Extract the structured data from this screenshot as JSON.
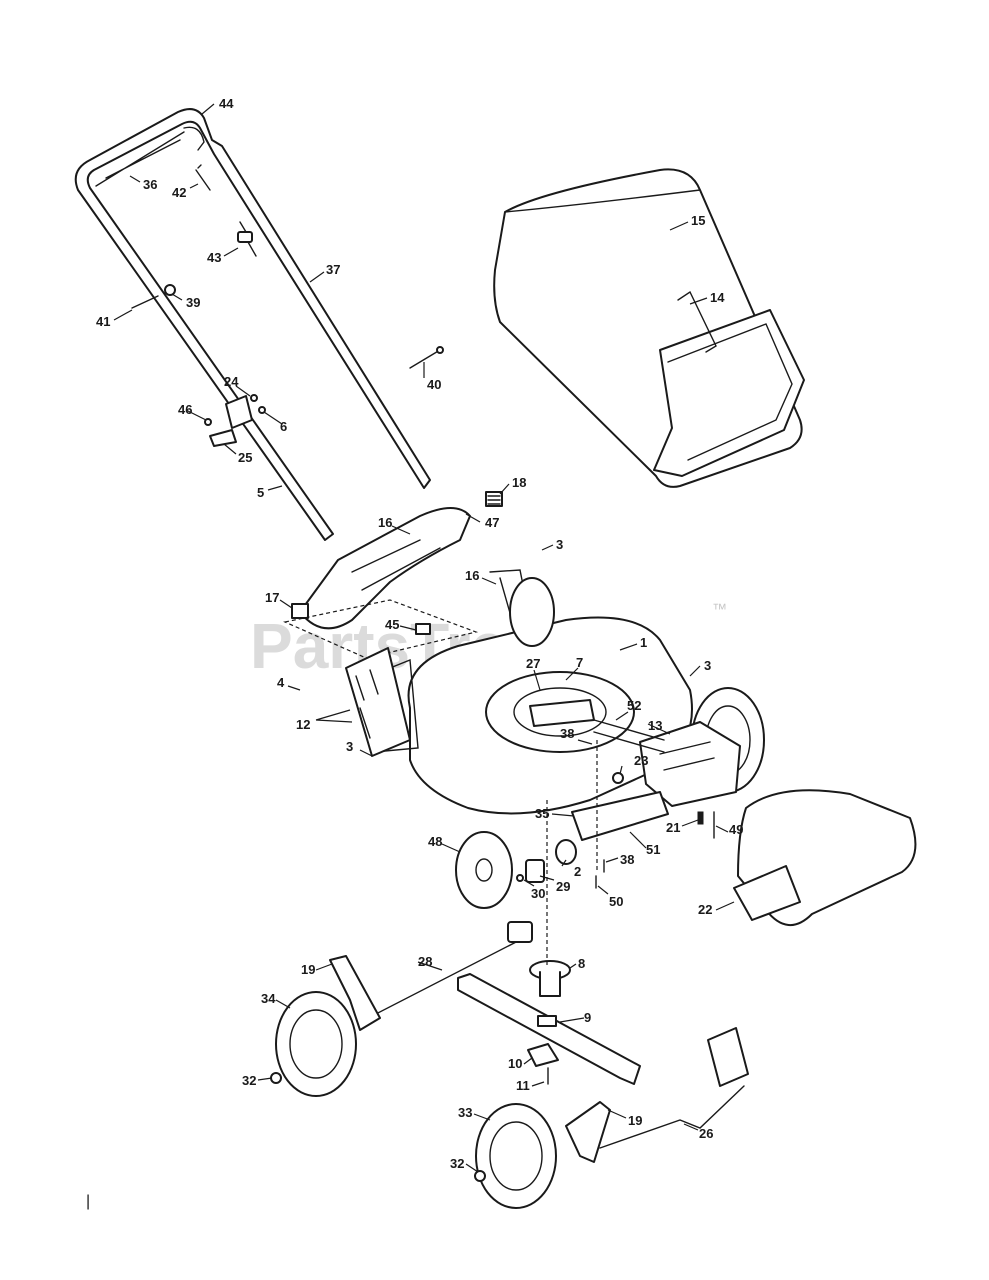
{
  "watermark": {
    "text": "PartsTree",
    "mark": "™"
  },
  "page_mark": "|",
  "callouts": {
    "c44": "44",
    "c36": "36",
    "c42": "42",
    "c43": "43",
    "c37": "37",
    "c39": "39",
    "c41": "41",
    "c40": "40",
    "c24": "24",
    "c46": "46",
    "c6": "6",
    "c25": "25",
    "c5": "5",
    "c15": "15",
    "c14": "14",
    "c18": "18",
    "c47": "47",
    "c16a": "16",
    "c16b": "16",
    "c3a": "3",
    "c17": "17",
    "c45": "45",
    "c1": "1",
    "c27": "27",
    "c7": "7",
    "c3b": "3",
    "c4": "4",
    "c12": "12",
    "c52": "52",
    "c13": "13",
    "c3c": "3",
    "c38a": "38",
    "c23": "23",
    "c49": "49",
    "c21": "21",
    "c35": "35",
    "c51": "51",
    "c48": "48",
    "c2": "2",
    "c38b": "38",
    "c30": "30",
    "c29": "29",
    "c50": "50",
    "c22": "22",
    "c28": "28",
    "c19a": "19",
    "c8": "8",
    "c34": "34",
    "c9": "9",
    "c10": "10",
    "c32a": "32",
    "c11": "11",
    "c33": "33",
    "c19b": "19",
    "c26": "26",
    "c32b": "32"
  }
}
